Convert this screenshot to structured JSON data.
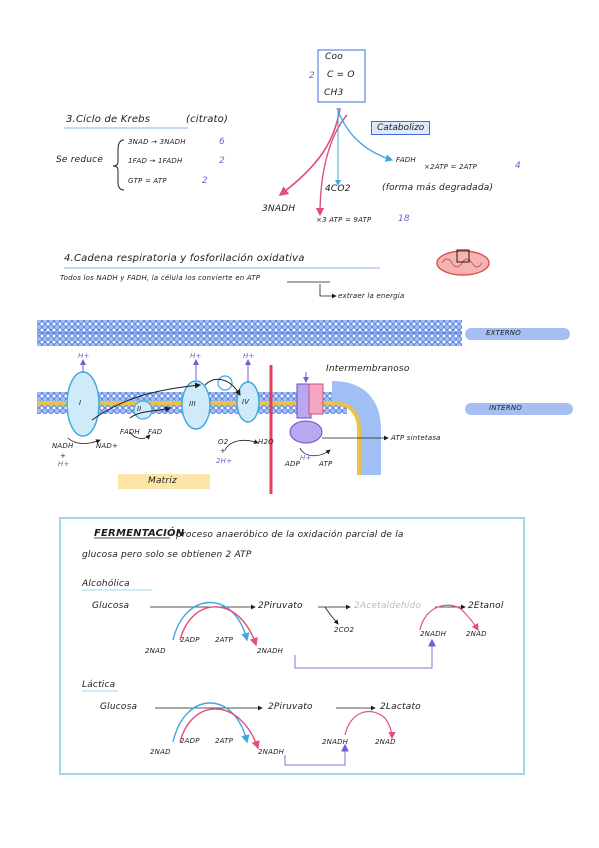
{
  "molecule": {
    "top": "Coo",
    "c": "C = O",
    "bottom": "CH3",
    "coef": "2"
  },
  "krebs": {
    "title": "3.Ciclo de Krebs",
    "subtitle": "(citrato)",
    "se_reduce": "Se reduce",
    "row1": "3NAD → 3NADH",
    "row1_count": "6",
    "row2": "1FAD → 1FADH",
    "row2_count": "2",
    "row3": "GTP = ATP",
    "row3_count": "2",
    "catabolize": "Catabolizo",
    "fadh": "FADH",
    "fadh_atp": "×2ATP = 2ATP",
    "fadh_count": "4",
    "co2": "4CO2",
    "co2_note": "(forma más degradada)",
    "nadh": "3NADH",
    "nadh_atp": "×3 ATP = 9ATP",
    "nadh_count": "18"
  },
  "chain": {
    "title": "4.Cadena respiratoria y fosforilación oxidativa",
    "line1": "Todos los NADH y FADH, la célula los convierte en ATP",
    "line2": "extraer la energía",
    "externo": "EXTERNO",
    "interno": "INTERNO",
    "intermembrana": "Intermembranoso",
    "matriz": "Matriz",
    "atp_sintetasa": "ATP sintetasa",
    "complexes": [
      "I",
      "II",
      "III",
      "IV"
    ],
    "h_plus": "H+",
    "nadh": "NADH",
    "plus": "+",
    "nad": "NAD+",
    "fadh": "FADH",
    "fad": "FAD",
    "o2": "O2",
    "plus2": "+",
    "two_h": "2H+",
    "h2o": "H2O",
    "adp": "ADP",
    "atp": "ATP"
  },
  "fermentation": {
    "title": "FERMENTACIÓN",
    "desc1": "· proceso anaeróbico de la oxidación parcial de la",
    "desc2": "glucosa pero solo se obtienen 2 ATP",
    "alcoholic": {
      "title": "Alcohólica",
      "glucosa": "Glucosa",
      "piruvato": "2Piruvato",
      "acetaldehido": "2Acetaldehído",
      "etanol": "2Etanol",
      "co2": "2CO2",
      "adp": "2ADP",
      "atp": "2ATP",
      "nad": "2NAD",
      "nadh": "2NADH",
      "nadh2": "2NADH",
      "nad2": "2NAD"
    },
    "lactic": {
      "title": "Láctica",
      "glucosa": "Glucosa",
      "piruvato": "2Piruvato",
      "lactato": "2Lactato",
      "adp": "2ADP",
      "atp": "2ATP",
      "nad": "2NAD",
      "nadh": "2NADH",
      "nadh2": "2NADH",
      "nad2": "2NAD"
    }
  },
  "colors": {
    "purple": "#7a5bd6",
    "blue": "#2b6fd1",
    "red": "#d9344a",
    "pink": "#e86a9a",
    "membrane": "#5b86e0",
    "box": "#9fd8ec"
  }
}
